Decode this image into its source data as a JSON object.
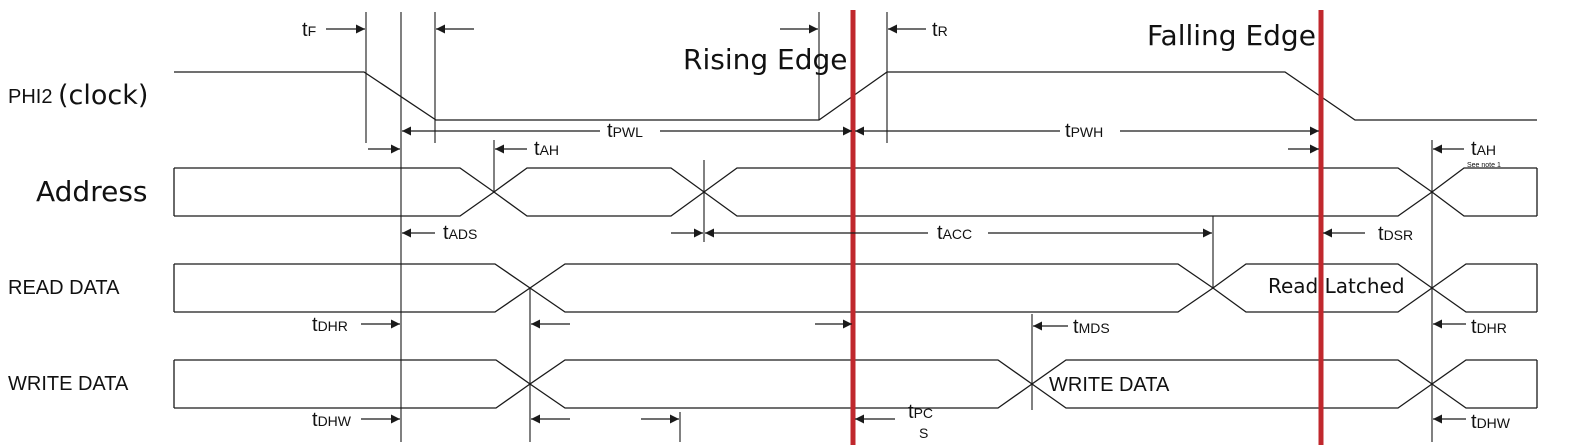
{
  "signals": {
    "clock_main": "PHI2",
    "clock_suffix": "(clock)",
    "address": "Address",
    "read_data": "READ DATA",
    "write_data": "WRITE DATA"
  },
  "edges": {
    "rising": "Rising Edge",
    "falling": "Falling Edge",
    "color": "#c0282d"
  },
  "annotations": {
    "read_latched": "Read Latched",
    "write_data": "WRITE DATA",
    "see_note": "See note 1"
  },
  "timing": {
    "tf": {
      "t": "t",
      "sub": "F"
    },
    "tr": {
      "t": "t",
      "sub": "R"
    },
    "tpwl": {
      "t": "t",
      "sub": "PWL"
    },
    "tpwh": {
      "t": "t",
      "sub": "PWH"
    },
    "tah_left": {
      "t": "t",
      "sub": "AH"
    },
    "tah_right": {
      "t": "t",
      "sub": "AH"
    },
    "tads": {
      "t": "t",
      "sub": "ADS"
    },
    "tacc": {
      "t": "t",
      "sub": "ACC"
    },
    "tdsr": {
      "t": "t",
      "sub": "DSR"
    },
    "tdhr_left": {
      "t": "t",
      "sub": "DHR"
    },
    "tdhr_right": {
      "t": "t",
      "sub": "DHR"
    },
    "tmds": {
      "t": "t",
      "sub": "MDS"
    },
    "tdhw_left": {
      "t": "t",
      "sub": "DHW"
    },
    "tdhw_right": {
      "t": "t",
      "sub": "DHW"
    },
    "tpcs": {
      "t": "t",
      "sub1": "PC",
      "sub2": "S"
    }
  }
}
